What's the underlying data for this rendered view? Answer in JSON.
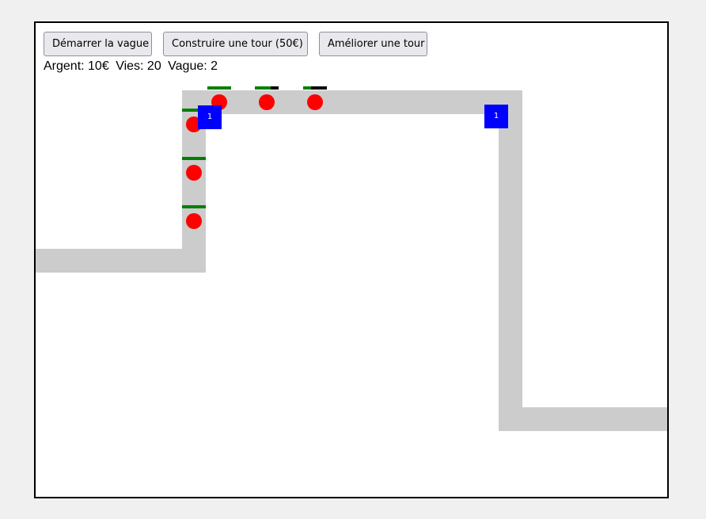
{
  "buttons": {
    "start_wave": "Démarrer la vague",
    "build_tower": "Construire une tour (50€)",
    "upgrade_tower": "Améliorer une tour"
  },
  "stats": {
    "money": "Argent: 10€",
    "lives": "Vies: 20",
    "wave": "Vague: 2"
  },
  "towers": [
    {
      "level": "1"
    },
    {
      "level": "1"
    }
  ],
  "enemies": [
    {
      "health_fraction": 1.0
    },
    {
      "health_fraction": 0.67
    },
    {
      "health_fraction": 0.33
    },
    {
      "health_fraction": 1.0
    },
    {
      "health_fraction": 1.0
    },
    {
      "health_fraction": 1.0
    }
  ],
  "colors": {
    "path": "#cccccc",
    "enemy": "#ff0000",
    "health": "#008000",
    "health_missing": "#000000",
    "tower": "#0000ff"
  }
}
